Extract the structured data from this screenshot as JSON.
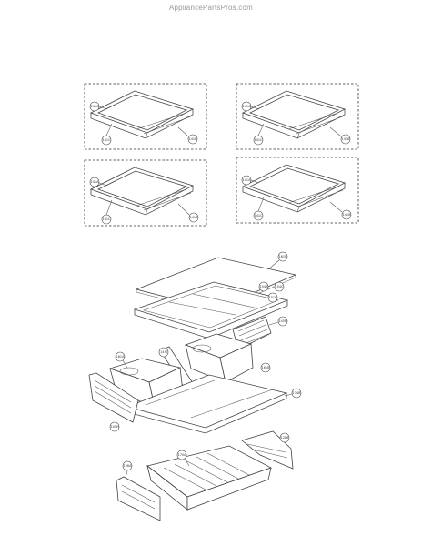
{
  "header": {
    "watermark": "AppliancePartsPros.com"
  },
  "shelf_groups": [
    {
      "labels": [
        "141A",
        "141C",
        "141B"
      ]
    },
    {
      "labels": [
        "141A",
        "141C",
        "141B"
      ]
    },
    {
      "labels": [
        "141A",
        "141C",
        "141B"
      ]
    },
    {
      "labels": [
        "141A",
        "141C",
        "141B"
      ]
    }
  ],
  "crisper": {
    "labels": {
      "cover": "161B",
      "cover_a": "154A",
      "cover_b": "154C",
      "cover_c": "151C",
      "bracket_right": "145D",
      "drawer_left": "161A",
      "drawer_mid": "145J",
      "drawer_right": "161B",
      "shelf": "134B",
      "bracket_left": "145H",
      "bracket_right_low": "128B",
      "pan": "170A",
      "bracket_low_left": "128A"
    }
  }
}
